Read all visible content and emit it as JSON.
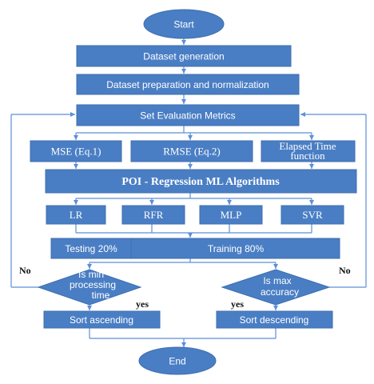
{
  "nodes": {
    "start": "Start",
    "dataset_generation": "Dataset generation",
    "dataset_preparation": "Dataset preparation and normalization",
    "set_metrics": "Set Evaluation Metrics",
    "mse": "MSE (Eq.1)",
    "rmse": "RMSE (Eq.2)",
    "elapsed_line1": "Elapsed  Time",
    "elapsed_line2": "function",
    "poi": "POI - Regression ML Algorithms",
    "lr": "LR",
    "rfr": "RFR",
    "mlp": "MLP",
    "svr": "SVR",
    "testing": "Testing 20%",
    "training": "Training 80%",
    "decision_min_line1": "Is min",
    "decision_min_line2": "processing",
    "decision_min_line3": "time",
    "decision_max_line1": "Is  max",
    "decision_max_line2": "accuracy",
    "sort_ascending": "Sort ascending",
    "sort_descending": "Sort descending",
    "end": "End"
  },
  "labels": {
    "no_left": "No",
    "no_right": "No",
    "yes_left": "yes",
    "yes_right": "yes"
  },
  "colors": {
    "box_fill": "#4a7ec4",
    "connector": "#5b8fd6",
    "text": "#ffffff"
  }
}
